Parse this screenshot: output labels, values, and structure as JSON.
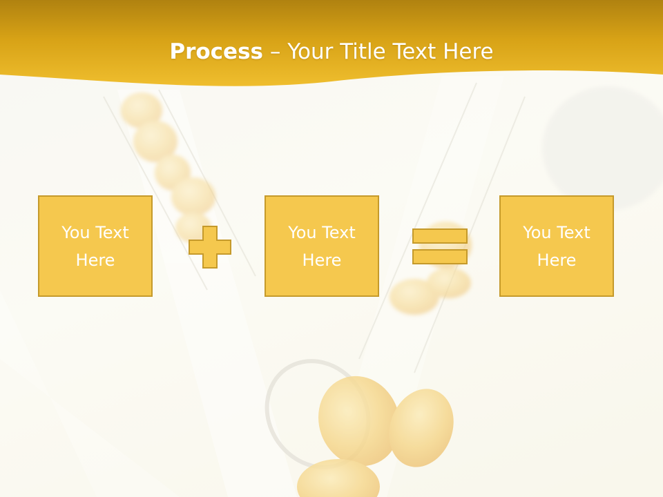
{
  "title": {
    "bold_text": "Process",
    "separator": " – ",
    "rest_text": "Your Title Text Here"
  },
  "steps": [
    {
      "text": "You Text Here"
    },
    {
      "text": "You Text Here"
    },
    {
      "text": "You Text Here"
    }
  ],
  "operators": {
    "first": "plus",
    "second": "equals"
  },
  "colors": {
    "header_gold": "#e1aa14",
    "box_fill": "#f5c84e",
    "box_border": "#c59a2b",
    "text": "#ffffff"
  }
}
